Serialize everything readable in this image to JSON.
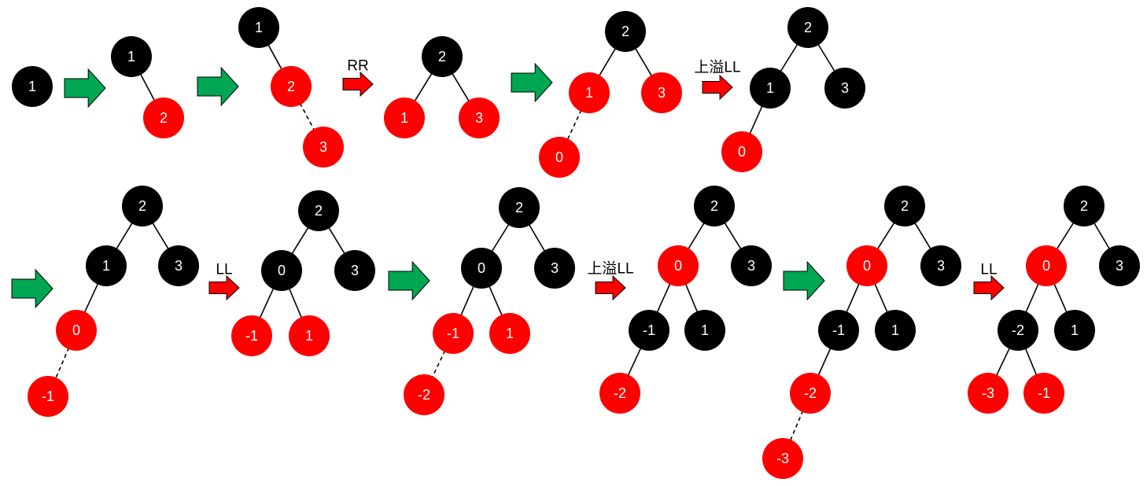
{
  "colors": {
    "red": "#ff0000",
    "black": "#000000",
    "green": "#00a651",
    "edge": "#000000"
  },
  "nodes": [
    {
      "id": "a1",
      "value": "1",
      "color": "black"
    },
    {
      "id": "b1",
      "value": "1",
      "color": "black"
    },
    {
      "id": "b2",
      "value": "2",
      "color": "red"
    },
    {
      "id": "c1",
      "value": "1",
      "color": "black"
    },
    {
      "id": "c2",
      "value": "2",
      "color": "red"
    },
    {
      "id": "c3",
      "value": "3",
      "color": "red"
    },
    {
      "id": "d2",
      "value": "2",
      "color": "black"
    },
    {
      "id": "d1",
      "value": "1",
      "color": "red"
    },
    {
      "id": "d3",
      "value": "3",
      "color": "red"
    },
    {
      "id": "e2",
      "value": "2",
      "color": "black"
    },
    {
      "id": "e1",
      "value": "1",
      "color": "red"
    },
    {
      "id": "e3",
      "value": "3",
      "color": "red"
    },
    {
      "id": "e0",
      "value": "0",
      "color": "red"
    },
    {
      "id": "f2",
      "value": "2",
      "color": "black"
    },
    {
      "id": "f1",
      "value": "1",
      "color": "black"
    },
    {
      "id": "f3",
      "value": "3",
      "color": "black"
    },
    {
      "id": "f0",
      "value": "0",
      "color": "red"
    },
    {
      "id": "g2",
      "value": "2",
      "color": "black"
    },
    {
      "id": "g1",
      "value": "1",
      "color": "black"
    },
    {
      "id": "g3",
      "value": "3",
      "color": "black"
    },
    {
      "id": "g0",
      "value": "0",
      "color": "red"
    },
    {
      "id": "gm1",
      "value": "-1",
      "color": "red"
    },
    {
      "id": "h2",
      "value": "2",
      "color": "black"
    },
    {
      "id": "h0",
      "value": "0",
      "color": "black"
    },
    {
      "id": "h3",
      "value": "3",
      "color": "black"
    },
    {
      "id": "hm1",
      "value": "-1",
      "color": "red"
    },
    {
      "id": "h1",
      "value": "1",
      "color": "red"
    },
    {
      "id": "i2",
      "value": "2",
      "color": "black"
    },
    {
      "id": "i0",
      "value": "0",
      "color": "black"
    },
    {
      "id": "i3",
      "value": "3",
      "color": "black"
    },
    {
      "id": "im1",
      "value": "-1",
      "color": "red"
    },
    {
      "id": "i1",
      "value": "1",
      "color": "red"
    },
    {
      "id": "im2",
      "value": "-2",
      "color": "red"
    },
    {
      "id": "j2",
      "value": "2",
      "color": "black"
    },
    {
      "id": "j0",
      "value": "0",
      "color": "red"
    },
    {
      "id": "j3",
      "value": "3",
      "color": "black"
    },
    {
      "id": "jm1",
      "value": "-1",
      "color": "black"
    },
    {
      "id": "j1",
      "value": "1",
      "color": "black"
    },
    {
      "id": "jm2",
      "value": "-2",
      "color": "red"
    },
    {
      "id": "k2",
      "value": "2",
      "color": "black"
    },
    {
      "id": "k0",
      "value": "0",
      "color": "red"
    },
    {
      "id": "k3",
      "value": "3",
      "color": "black"
    },
    {
      "id": "km1",
      "value": "-1",
      "color": "black"
    },
    {
      "id": "k1",
      "value": "1",
      "color": "black"
    },
    {
      "id": "km2",
      "value": "-2",
      "color": "red"
    },
    {
      "id": "km3",
      "value": "-3",
      "color": "red"
    },
    {
      "id": "l2",
      "value": "2",
      "color": "black"
    },
    {
      "id": "l0",
      "value": "0",
      "color": "red"
    },
    {
      "id": "l3",
      "value": "3",
      "color": "black"
    },
    {
      "id": "lm2",
      "value": "-2",
      "color": "black"
    },
    {
      "id": "l1",
      "value": "1",
      "color": "black"
    },
    {
      "id": "lm3",
      "value": "-3",
      "color": "red"
    },
    {
      "id": "lm1",
      "value": "-1",
      "color": "red"
    }
  ],
  "edges": [
    {
      "from": "b1",
      "to": "b2",
      "dashed": false
    },
    {
      "from": "c1",
      "to": "c2",
      "dashed": false
    },
    {
      "from": "c2",
      "to": "c3",
      "dashed": true
    },
    {
      "from": "d2",
      "to": "d1",
      "dashed": false
    },
    {
      "from": "d2",
      "to": "d3",
      "dashed": false
    },
    {
      "from": "e2",
      "to": "e1",
      "dashed": false
    },
    {
      "from": "e2",
      "to": "e3",
      "dashed": false
    },
    {
      "from": "e1",
      "to": "e0",
      "dashed": true
    },
    {
      "from": "f2",
      "to": "f1",
      "dashed": false
    },
    {
      "from": "f2",
      "to": "f3",
      "dashed": false
    },
    {
      "from": "f1",
      "to": "f0",
      "dashed": false
    },
    {
      "from": "g2",
      "to": "g1",
      "dashed": false
    },
    {
      "from": "g2",
      "to": "g3",
      "dashed": false
    },
    {
      "from": "g1",
      "to": "g0",
      "dashed": false
    },
    {
      "from": "g0",
      "to": "gm1",
      "dashed": true
    },
    {
      "from": "h2",
      "to": "h0",
      "dashed": false
    },
    {
      "from": "h2",
      "to": "h3",
      "dashed": false
    },
    {
      "from": "h0",
      "to": "hm1",
      "dashed": false
    },
    {
      "from": "h0",
      "to": "h1",
      "dashed": false
    },
    {
      "from": "i2",
      "to": "i0",
      "dashed": false
    },
    {
      "from": "i2",
      "to": "i3",
      "dashed": false
    },
    {
      "from": "i0",
      "to": "im1",
      "dashed": false
    },
    {
      "from": "i0",
      "to": "i1",
      "dashed": false
    },
    {
      "from": "im1",
      "to": "im2",
      "dashed": true
    },
    {
      "from": "j2",
      "to": "j0",
      "dashed": false
    },
    {
      "from": "j2",
      "to": "j3",
      "dashed": false
    },
    {
      "from": "j0",
      "to": "jm1",
      "dashed": false
    },
    {
      "from": "j0",
      "to": "j1",
      "dashed": false
    },
    {
      "from": "jm1",
      "to": "jm2",
      "dashed": false
    },
    {
      "from": "k2",
      "to": "k0",
      "dashed": false
    },
    {
      "from": "k2",
      "to": "k3",
      "dashed": false
    },
    {
      "from": "k0",
      "to": "km1",
      "dashed": false
    },
    {
      "from": "k0",
      "to": "k1",
      "dashed": false
    },
    {
      "from": "km1",
      "to": "km2",
      "dashed": false
    },
    {
      "from": "km2",
      "to": "km3",
      "dashed": true
    },
    {
      "from": "l2",
      "to": "l0",
      "dashed": false
    },
    {
      "from": "l2",
      "to": "l3",
      "dashed": false
    },
    {
      "from": "l0",
      "to": "lm2",
      "dashed": false
    },
    {
      "from": "l0",
      "to": "l1",
      "dashed": false
    },
    {
      "from": "lm2",
      "to": "lm3",
      "dashed": false
    },
    {
      "from": "lm2",
      "to": "lm1",
      "dashed": false
    }
  ],
  "arrows": [
    {
      "id": "arr1",
      "color": "green",
      "label": ""
    },
    {
      "id": "arr2",
      "color": "green",
      "label": ""
    },
    {
      "id": "arr3",
      "color": "red",
      "label": "RR"
    },
    {
      "id": "arr4",
      "color": "green",
      "label": ""
    },
    {
      "id": "arr5",
      "color": "red",
      "label": "上溢LL"
    },
    {
      "id": "arr6",
      "color": "green",
      "label": ""
    },
    {
      "id": "arr7",
      "color": "red",
      "label": "LL"
    },
    {
      "id": "arr8",
      "color": "green",
      "label": ""
    },
    {
      "id": "arr9",
      "color": "red",
      "label": "上溢LL"
    },
    {
      "id": "arr10",
      "color": "green",
      "label": ""
    },
    {
      "id": "arr11",
      "color": "red",
      "label": "LL"
    }
  ]
}
